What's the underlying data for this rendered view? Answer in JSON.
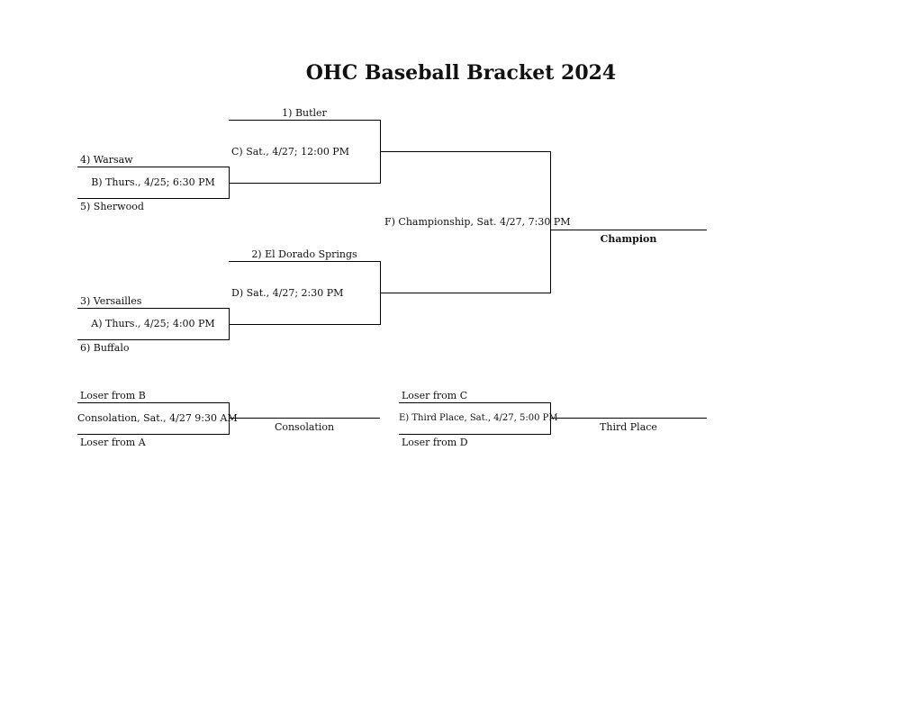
{
  "title": "OHC Baseball Bracket 2024",
  "teams": {
    "butler": "1) Butler",
    "el_dorado": "2) El Dorado Springs",
    "versailles": "3) Versailles",
    "warsaw": "4) Warsaw",
    "sherwood": "5) Sherwood",
    "buffalo": "6) Buffalo"
  },
  "games": {
    "a": "A) Thurs., 4/25; 4:00 PM",
    "b": "B) Thurs., 4/25; 6:30 PM",
    "c": "C) Sat., 4/27; 12:00 PM",
    "d": "D) Sat., 4/27; 2:30 PM",
    "e": "E) Third Place, Sat., 4/27, 5:00 PM",
    "f": "F) Championship, Sat. 4/27, 7:30 PM",
    "consolation": "Consolation, Sat., 4/27 9:30 AM"
  },
  "slots": {
    "loser_b": "Loser from B",
    "loser_a": "Loser from A",
    "loser_c": "Loser from C",
    "loser_d": "Loser from D"
  },
  "results": {
    "champion": "Champion",
    "consolation": "Consolation",
    "third_place": "Third Place"
  }
}
